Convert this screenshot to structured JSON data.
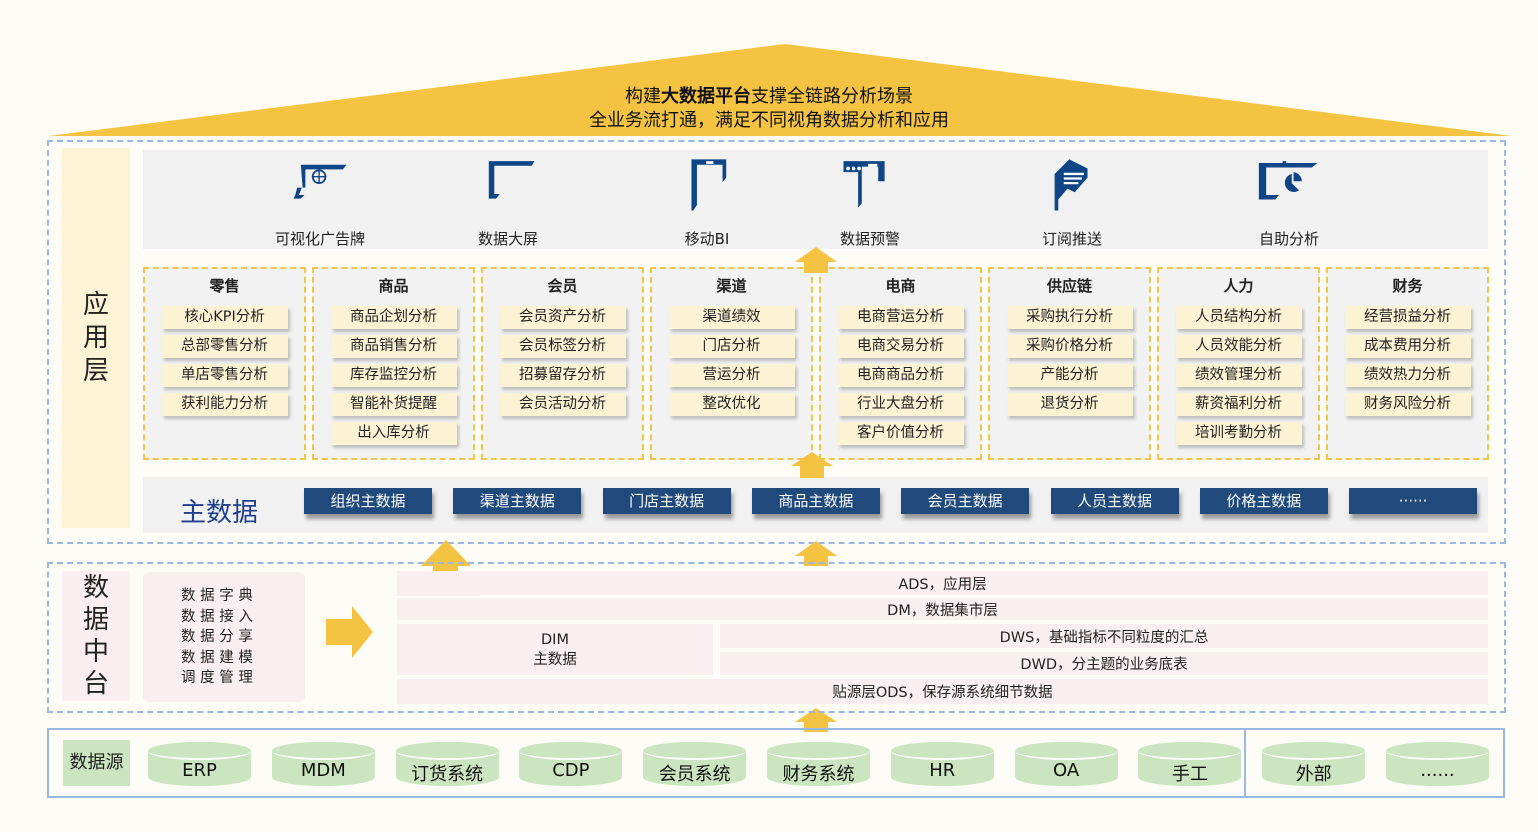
{
  "roof": {
    "line1_pre": "构建",
    "line1_bold": "大数据平台",
    "line1_post": "支撑全链路分析场景",
    "line2": "全业务流打通，满足不同视角数据分析和应用"
  },
  "app_layer": {
    "label": [
      "应",
      "用",
      "层"
    ],
    "apps": [
      {
        "label": "可视化广告牌",
        "icon": "billboard-globe-icon"
      },
      {
        "label": "数据大屏",
        "icon": "big-screen-icon"
      },
      {
        "label": "移动BI",
        "icon": "mobile-icon"
      },
      {
        "label": "数据预警",
        "icon": "alert-monitor-icon"
      },
      {
        "label": "订阅推送",
        "icon": "subscription-icon"
      },
      {
        "label": "自助分析",
        "icon": "pie-chart-icon"
      }
    ],
    "categories": [
      {
        "title": "零售",
        "items": [
          "核心KPI分析",
          "总部零售分析",
          "单店零售分析",
          "获利能力分析"
        ]
      },
      {
        "title": "商品",
        "items": [
          "商品企划分析",
          "商品销售分析",
          "库存监控分析",
          "智能补货提醒",
          "出入库分析"
        ]
      },
      {
        "title": "会员",
        "items": [
          "会员资产分析",
          "会员标签分析",
          "招募留存分析",
          "会员活动分析"
        ]
      },
      {
        "title": "渠道",
        "items": [
          "渠道绩效",
          "门店分析",
          "营运分析",
          "整改优化"
        ]
      },
      {
        "title": "电商",
        "items": [
          "电商营运分析",
          "电商交易分析",
          "电商商品分析",
          "行业大盘分析",
          "客户价值分析"
        ]
      },
      {
        "title": "供应链",
        "items": [
          "采购执行分析",
          "采购价格分析",
          "产能分析",
          "退货分析"
        ]
      },
      {
        "title": "人力",
        "items": [
          "人员结构分析",
          "人员效能分析",
          "绩效管理分析",
          "薪资福利分析",
          "培训考勤分析"
        ]
      },
      {
        "title": "财务",
        "items": [
          "经营损益分析",
          "成本费用分析",
          "绩效热力分析",
          "财务风险分析"
        ]
      }
    ],
    "master_data": {
      "title": "主数据",
      "items": [
        "组织主数据",
        "渠道主数据",
        "门店主数据",
        "商品主数据",
        "会员主数据",
        "人员主数据",
        "价格主数据",
        "······"
      ]
    }
  },
  "data_middle": {
    "label": [
      "数",
      "据",
      "中",
      "台"
    ],
    "functions": [
      "数 据 字 典",
      "数 据 接 入",
      "数 据 分 享",
      "数 据 建 模",
      "调 度 管 理"
    ],
    "layers": {
      "ads": "ADS，应用层",
      "dm": "DM，数据集市层",
      "dim1": "DIM",
      "dim2": "主数据",
      "dws": "DWS，基础指标不同粒度的汇总",
      "dwd": "DWD，分主题的业务底表",
      "ods": "贴源层ODS，保存源系统细节数据"
    }
  },
  "data_source": {
    "label": "数据源",
    "internal": [
      "ERP",
      "MDM",
      "订货系统",
      "CDP",
      "会员系统",
      "财务系统",
      "HR",
      "OA",
      "手工"
    ],
    "external": [
      "外部",
      "......"
    ]
  },
  "colors": {
    "yellow": "#f5c342",
    "navy": "#20497c",
    "blue_dash": "#9ab8e4",
    "green": "#cbe5c0",
    "pink": "#f9eef0"
  }
}
